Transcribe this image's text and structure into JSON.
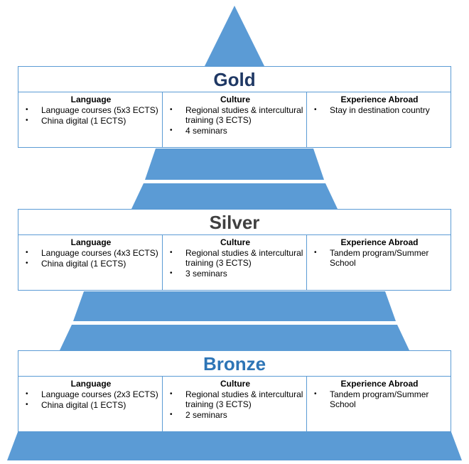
{
  "colors": {
    "pyramid_fill": "#5b9bd5",
    "border": "#5b9bd5",
    "gold_title": "#1f3864",
    "silver_title": "#404040",
    "bronze_title": "#2e75b6"
  },
  "tiers": [
    {
      "title": "Gold",
      "columns": [
        {
          "heading": "Language",
          "items": [
            "Language courses (5x3 ECTS)",
            "China digital (1 ECTS)"
          ]
        },
        {
          "heading": "Culture",
          "items": [
            "Regional studies & intercultural training (3 ECTS)",
            "4 seminars"
          ]
        },
        {
          "heading": "Experience Abroad",
          "items": [
            "Stay in destination country"
          ]
        }
      ]
    },
    {
      "title": "Silver",
      "columns": [
        {
          "heading": "Language",
          "items": [
            "Language courses (4x3 ECTS)",
            "China digital (1 ECTS)"
          ]
        },
        {
          "heading": "Culture",
          "items": [
            "Regional studies & intercultural training (3 ECTS)",
            "3 seminars"
          ]
        },
        {
          "heading": "Experience Abroad",
          "items": [
            "Tandem program/Summer School"
          ]
        }
      ]
    },
    {
      "title": "Bronze",
      "columns": [
        {
          "heading": "Language",
          "items": [
            "Language courses (2x3 ECTS)",
            "China digital (1 ECTS)"
          ]
        },
        {
          "heading": "Culture",
          "items": [
            "Regional studies & intercultural training (3 ECTS)",
            "2 seminars"
          ]
        },
        {
          "heading": "Experience Abroad",
          "items": [
            "Tandem program/Summer School"
          ]
        }
      ]
    }
  ]
}
